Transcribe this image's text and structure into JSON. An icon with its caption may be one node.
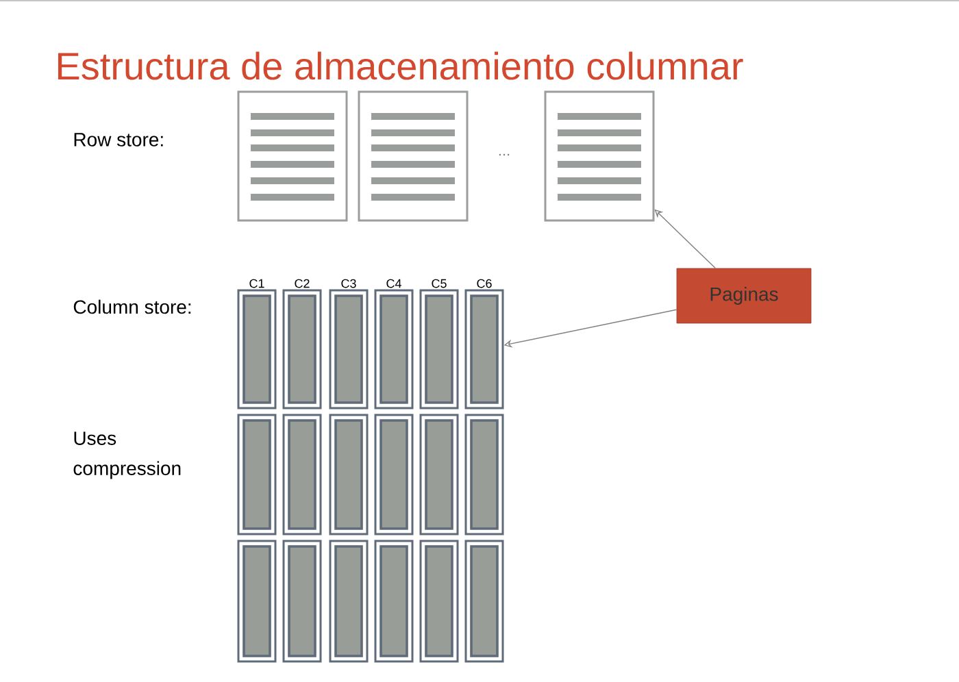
{
  "diagram": {
    "title": "Estructura de almacenamiento columnar",
    "nodes": [
      {
        "text": [],
        "shape": "box"
      },
      {
        "text": [],
        "shape": "box"
      },
      {
        "text": [],
        "shape": "box"
      },
      {
        "text": [
          "Paginas"
        ]
      },
      {
        "text": [],
        "shape": "bar"
      },
      {
        "text": [],
        "shape": "bar"
      },
      {
        "text": [],
        "shape": "bar"
      },
      {
        "text": [],
        "shape": "bar"
      },
      {
        "text": [],
        "shape": "bar"
      },
      {
        "text": [],
        "shape": "bar"
      },
      {
        "text": [],
        "shape": "bar"
      },
      {
        "text": [],
        "shape": "bar"
      },
      {
        "text": [],
        "shape": "bar"
      },
      {
        "text": [],
        "shape": "bar"
      },
      {
        "text": [],
        "shape": "bar"
      },
      {
        "text": [],
        "shape": "bar"
      },
      {
        "text": [],
        "shape": "bar"
      },
      {
        "text": [],
        "shape": "bar"
      },
      {
        "text": [],
        "shape": "bar"
      },
      {
        "text": [],
        "shape": "bar"
      },
      {
        "text": [],
        "shape": "bar"
      },
      {
        "text": [],
        "shape": "bar"
      }
    ],
    "edges": [
      {
        "from": 3,
        "to": 2,
        "arrow": "to"
      },
      {
        "from": 3,
        "to": 9,
        "arrow": "to"
      }
    ],
    "labels": [
      "Row store:",
      "...",
      "Column store:",
      "C1",
      "C2",
      "C3",
      "C4",
      "C5",
      "C6",
      "Uses compression"
    ]
  }
}
